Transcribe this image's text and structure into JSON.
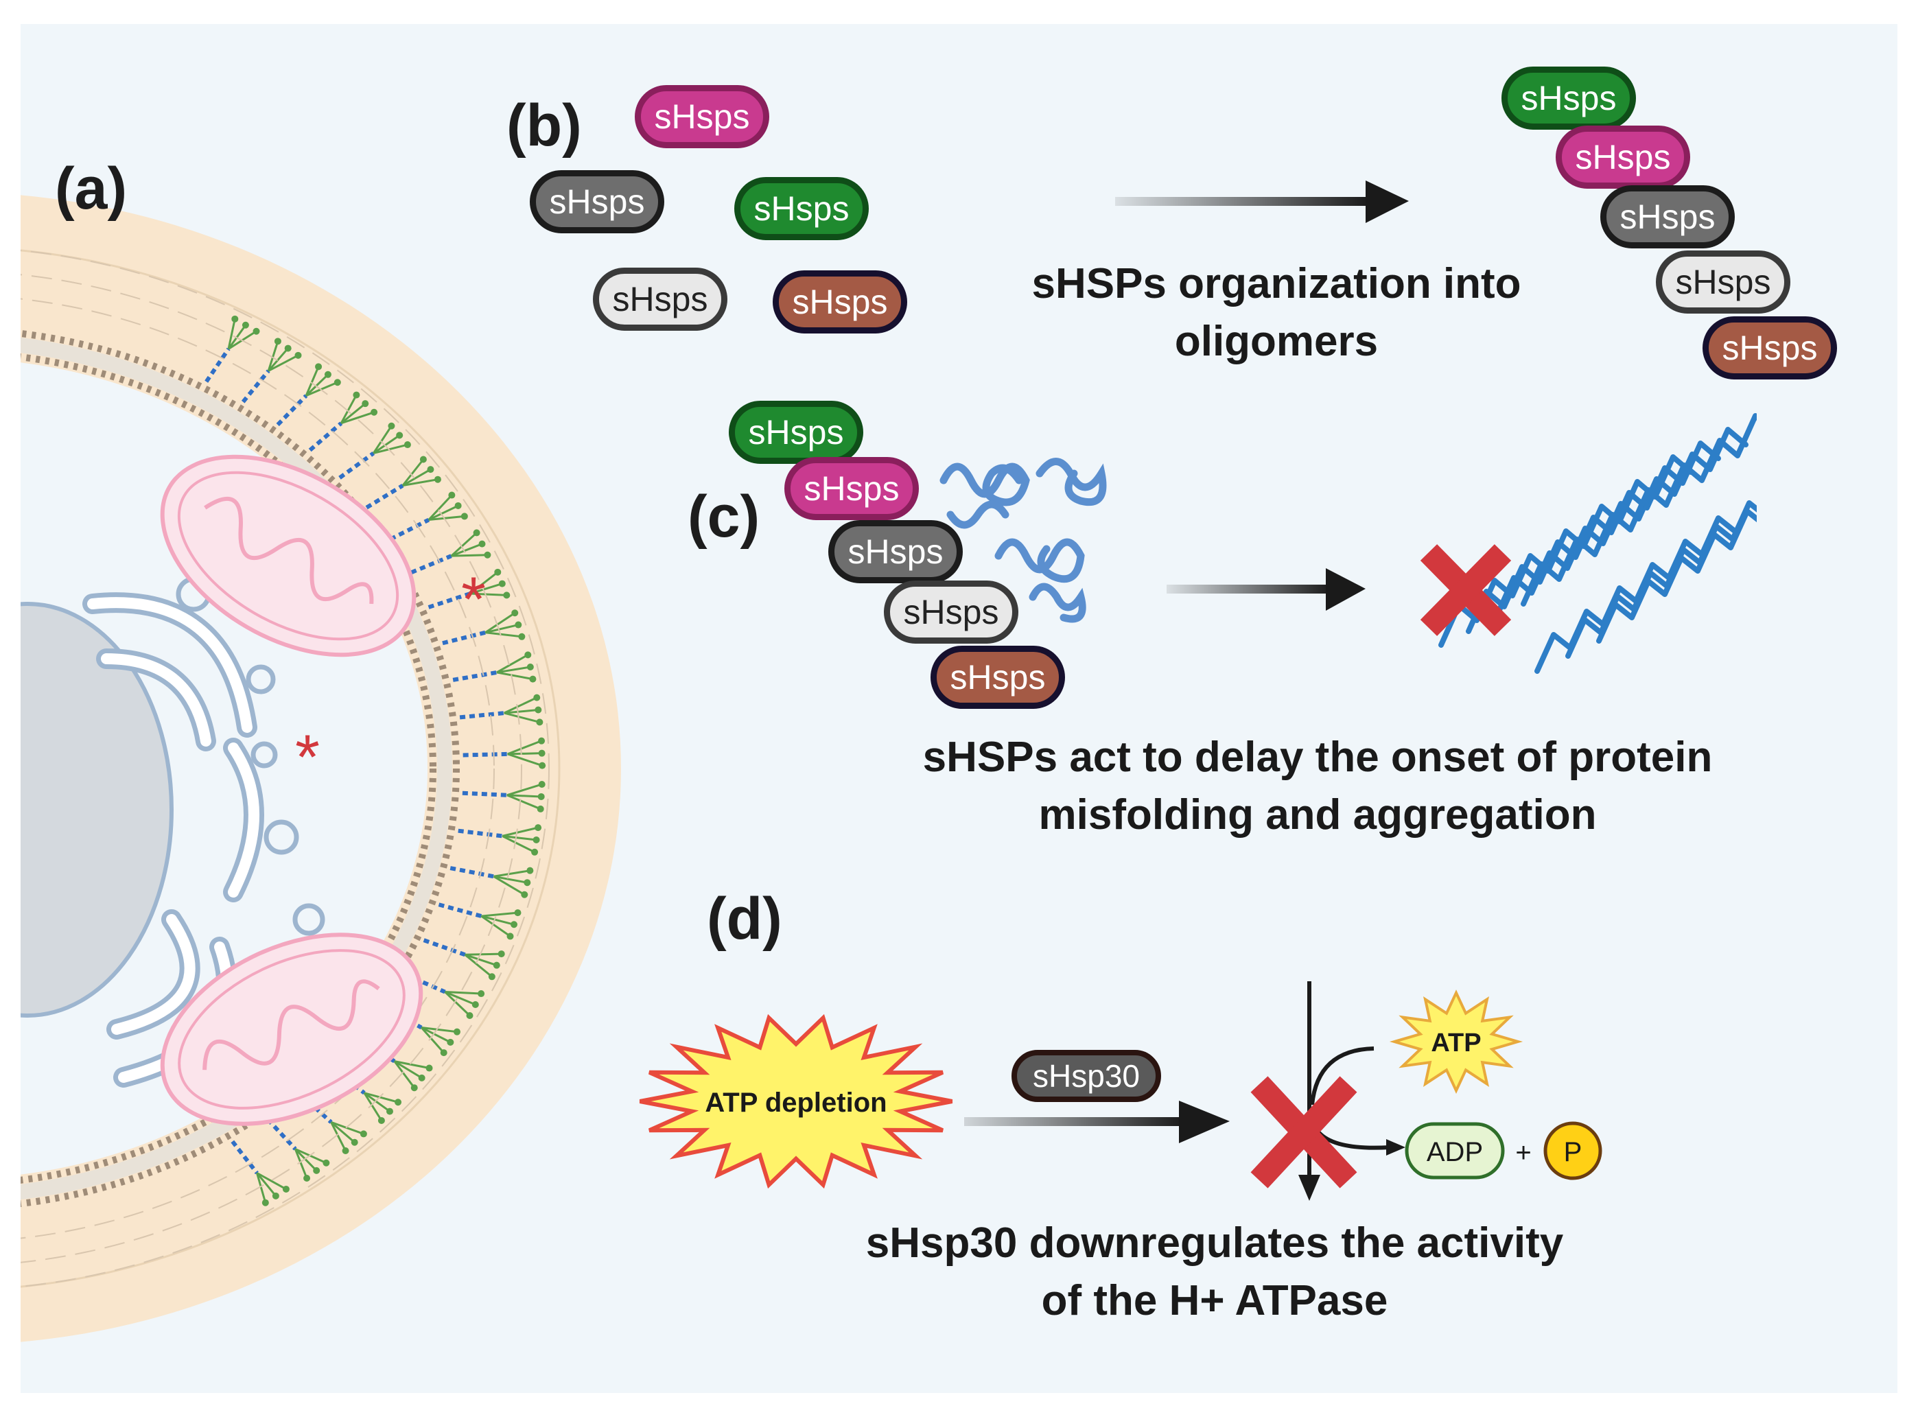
{
  "panels": {
    "a": {
      "label": "(a)"
    },
    "b": {
      "label": "(b)",
      "caption_line1": "sHSPs organization into",
      "caption_line2": "oligomers",
      "scattered_pills": [
        "sHsps",
        "sHsps",
        "sHsps",
        "sHsps",
        "sHsps"
      ],
      "oligomer_pills": [
        "sHsps",
        "sHsps",
        "sHsps",
        "sHsps",
        "sHsps"
      ]
    },
    "c": {
      "label": "(c)",
      "caption_line1": "sHSPs act to delay the onset of protein",
      "caption_line2": "misfolding and aggregation",
      "oligomer_pills": [
        "sHsps",
        "sHsps",
        "sHsps",
        "sHsps",
        "sHsps"
      ]
    },
    "d": {
      "label": "(d)",
      "trigger": "ATP depletion",
      "protein": "sHsp30",
      "substrate": "ATP",
      "product1": "ADP",
      "plus": "+",
      "product2": "P",
      "caption_line1": "sHsp30 downregulates the activity",
      "caption_line2": "of the H+ ATPase"
    }
  },
  "colors": {
    "background": "#f0f6fa",
    "inhibit_cross": "#d2383d",
    "mitochondria": "#f7c8d4",
    "er_golgi": "#9db5cf",
    "cell_wall": "#f9e6cd",
    "membrane": "#9f8c78",
    "starburst_fill": "#fff36a",
    "starburst_edge": "#e84b3c"
  }
}
